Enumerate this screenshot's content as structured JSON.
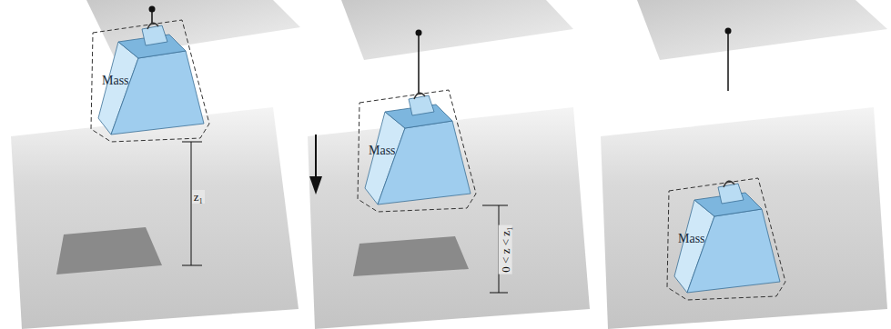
{
  "diagram": {
    "nodes": [
      {
        "text": [
          "Mass"
        ]
      },
      {
        "text": [
          "Mass"
        ]
      },
      {
        "text": [
          "Mass"
        ]
      }
    ],
    "labels": [
      "z₁",
      "0 < z < z₁"
    ]
  }
}
